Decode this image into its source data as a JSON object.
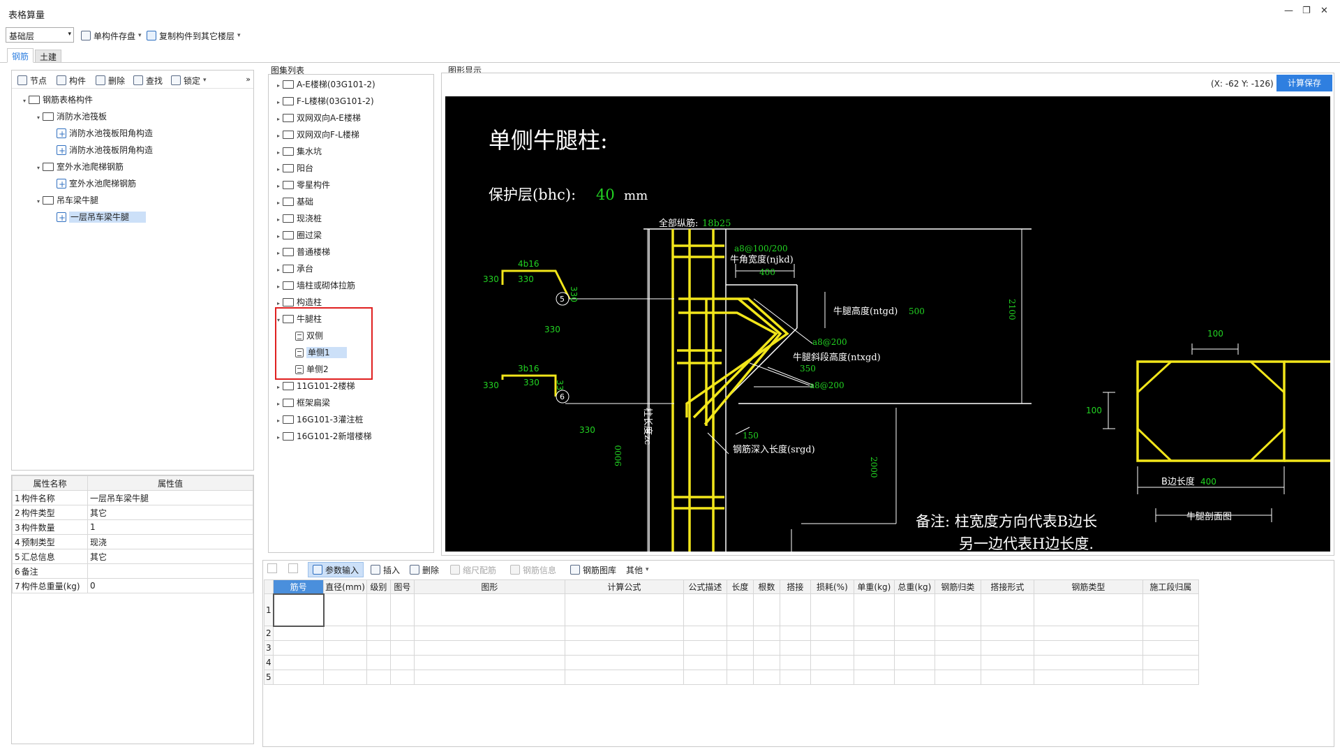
{
  "window": {
    "title": "表格算量",
    "controls": [
      "—",
      "❐",
      "✕"
    ]
  },
  "toolbar": {
    "floor_select": "基础层",
    "save_single": "单构件存盘",
    "copy_to_floor": "复制构件到其它楼层"
  },
  "tabs": [
    {
      "label": "钢筋",
      "active": true
    },
    {
      "label": "土建",
      "active": false
    }
  ],
  "left_toolbar": {
    "node": "节点",
    "component": "构件",
    "delete": "删除",
    "find": "查找",
    "lock": "锁定",
    "more": "»"
  },
  "component_tree": [
    {
      "label": "钢筋表格构件",
      "level": 0,
      "type": "folder"
    },
    {
      "label": "消防水池筏板",
      "level": 1,
      "type": "folder"
    },
    {
      "label": "消防水池筏板阳角构造",
      "level": 2,
      "type": "elem"
    },
    {
      "label": "消防水池筏板阴角构造",
      "level": 2,
      "type": "elem"
    },
    {
      "label": "室外水池爬梯钢筋",
      "level": 1,
      "type": "folder"
    },
    {
      "label": "室外水池爬梯钢筋",
      "level": 2,
      "type": "elem"
    },
    {
      "label": "吊车梁牛腿",
      "level": 1,
      "type": "folder"
    },
    {
      "label": "一层吊车梁牛腿",
      "level": 2,
      "type": "elem",
      "selected": true
    }
  ],
  "properties": {
    "header_name": "属性名称",
    "header_value": "属性值",
    "rows": [
      {
        "num": "1",
        "name": "构件名称",
        "value": "一层吊车梁牛腿"
      },
      {
        "num": "2",
        "name": "构件类型",
        "value": "其它"
      },
      {
        "num": "3",
        "name": "构件数量",
        "value": "1"
      },
      {
        "num": "4",
        "name": "预制类型",
        "value": "现浇"
      },
      {
        "num": "5",
        "name": "汇总信息",
        "value": "其它"
      },
      {
        "num": "6",
        "name": "备注",
        "value": ""
      },
      {
        "num": "7",
        "name": "构件总重量(kg)",
        "value": "0"
      }
    ]
  },
  "atlas": {
    "title": "图集列表",
    "items": [
      {
        "label": "A-E楼梯(03G101-2)",
        "type": "folder"
      },
      {
        "label": "F-L楼梯(03G101-2)",
        "type": "folder"
      },
      {
        "label": "双网双向A-E楼梯",
        "type": "folder"
      },
      {
        "label": "双网双向F-L楼梯",
        "type": "folder"
      },
      {
        "label": "集水坑",
        "type": "folder"
      },
      {
        "label": "阳台",
        "type": "folder"
      },
      {
        "label": "零星构件",
        "type": "folder"
      },
      {
        "label": "基础",
        "type": "folder"
      },
      {
        "label": "现浇桩",
        "type": "folder"
      },
      {
        "label": "圈过梁",
        "type": "folder"
      },
      {
        "label": "普通楼梯",
        "type": "folder"
      },
      {
        "label": "承台",
        "type": "folder"
      },
      {
        "label": "墙柱或砌体拉筋",
        "type": "folder"
      },
      {
        "label": "构造柱",
        "type": "folder"
      },
      {
        "label": "牛腿柱",
        "type": "folder",
        "open": true
      },
      {
        "label": "双侧",
        "type": "doc"
      },
      {
        "label": "单侧1",
        "type": "doc",
        "selected": true
      },
      {
        "label": "单侧2",
        "type": "doc"
      },
      {
        "label": "11G101-2楼梯",
        "type": "folder"
      },
      {
        "label": "框架扁梁",
        "type": "folder"
      },
      {
        "label": "16G101-3灌注桩",
        "type": "folder"
      },
      {
        "label": "16G101-2新增楼梯",
        "type": "folder"
      }
    ]
  },
  "drawing": {
    "panel_title": "图形显示",
    "coords": "(X: -62 Y: -126)",
    "calc_save": "计算保存",
    "title": "单侧牛腿柱:",
    "cover_label": "保护层(bhc):",
    "cover_value": "40",
    "cover_unit": "mm",
    "all_long_label": "全部纵筋:",
    "all_long_value": "18b25",
    "stirrup_top": "a8@100/200",
    "corner_width_label": "牛角宽度(njkd)",
    "corner_width_value": "400",
    "leg_height_label": "牛腿高度(ntgd)",
    "leg_height_value": "500",
    "slope_height_label": "牛腿斜段高度(ntxgd)",
    "slope_height_value": "350",
    "stirrup_a": "a8@200",
    "stirrup_b": "a8@200",
    "embed_label": "钢筋深入长度(srgd)",
    "embed_value": "150",
    "col_len_label": "柱长度zc",
    "col_len_value": "9000",
    "dim_2100": "2100",
    "dim_2000": "2000",
    "bar5": {
      "spec": "4b16",
      "left": "330",
      "mid": "330",
      "right": "330",
      "below": "330",
      "num": "5"
    },
    "bar6": {
      "spec": "3b16",
      "left": "330",
      "mid": "330",
      "right": "330",
      "below": "330",
      "num": "6"
    },
    "sec_100_top": "100",
    "sec_100_left": "100",
    "sec_b_label": "B边长度",
    "sec_b_value": "400",
    "sec_caption": "牛腿剖面图",
    "note1": "备注: 柱宽度方向代表B边长",
    "note2": "另一边代表H边长度."
  },
  "grid_toolbar": {
    "param_input": "参数输入",
    "insert": "插入",
    "delete": "删除",
    "scale_rebar": "缩尺配筋",
    "rebar_info": "钢筋信息",
    "rebar_lib": "钢筋图库",
    "other": "其他"
  },
  "grid": {
    "headers": [
      "筋号",
      "直径(mm)",
      "级别",
      "图号",
      "图形",
      "计算公式",
      "公式描述",
      "长度",
      "根数",
      "搭接",
      "损耗(%)",
      "单重(kg)",
      "总重(kg)",
      "钢筋归类",
      "搭接形式",
      "钢筋类型",
      "施工段归属"
    ],
    "rows": [
      "1",
      "2",
      "3",
      "4",
      "5"
    ]
  },
  "colors": {
    "accent": "#2f7fe0",
    "cad_yellow": "#f2e61a",
    "cad_green": "#22d322",
    "highlight_red": "#e02020"
  }
}
